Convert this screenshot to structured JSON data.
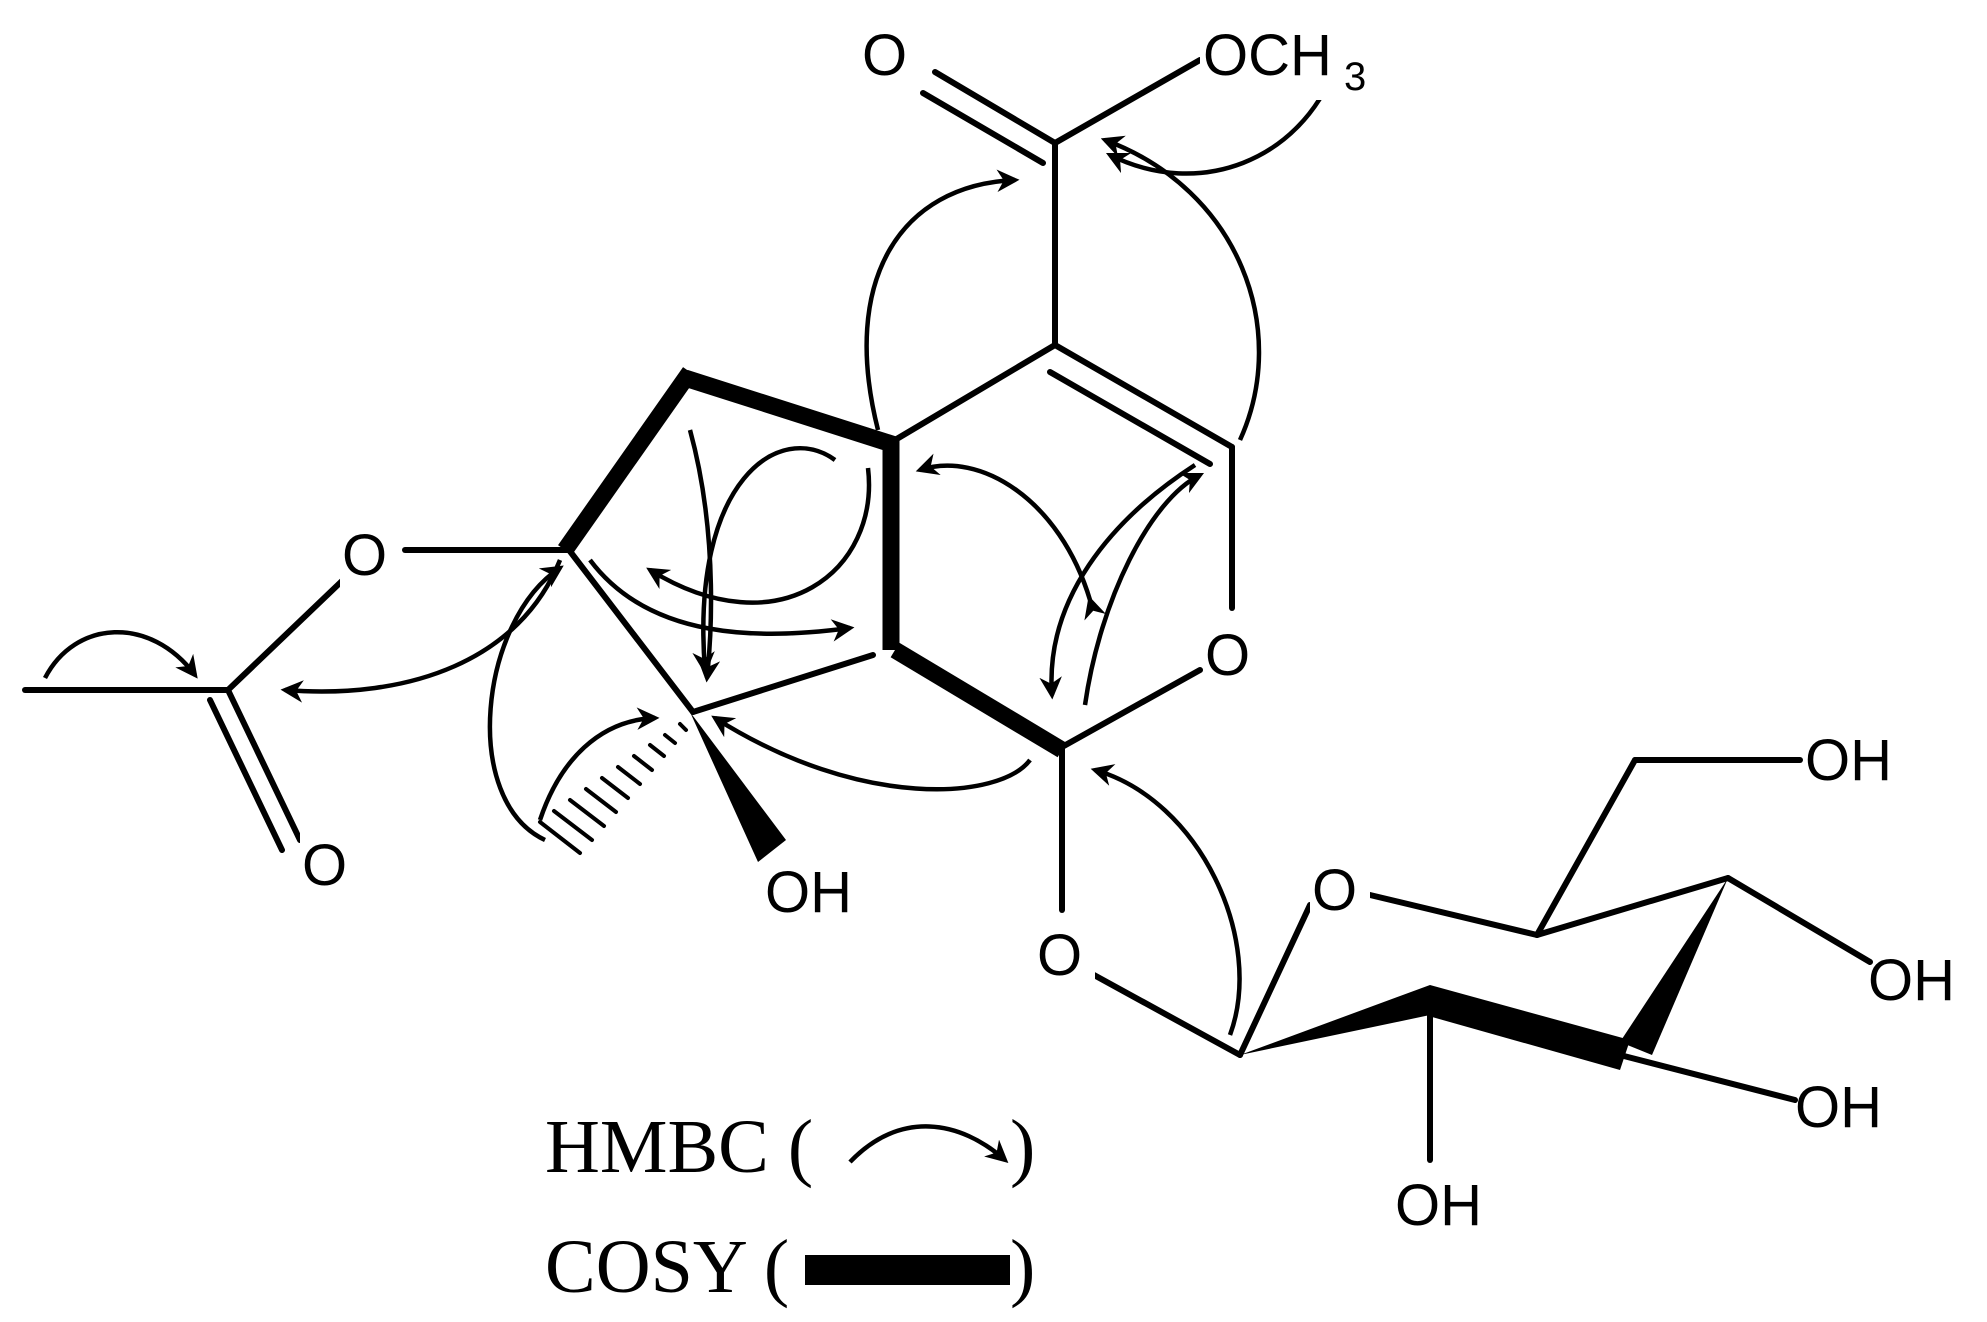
{
  "atoms": {
    "carbonyl_top_o": "O",
    "methoxy_o": "OCH",
    "methoxy_sub": "3",
    "acetate_ester_o": "O",
    "acetate_carbonyl_o": "O",
    "ring_o": "O",
    "hydroxyl_c8": "OH",
    "glycosidic_o": "O",
    "glucose_ring_o": "O",
    "glucose_oh6": "OH",
    "glucose_oh4": "OH",
    "glucose_oh3": "OH",
    "glucose_oh2": "OH"
  },
  "legend": {
    "hmbc_label": "HMBC (",
    "hmbc_close": ")",
    "cosy_label": "COSY (",
    "cosy_close": ")"
  }
}
